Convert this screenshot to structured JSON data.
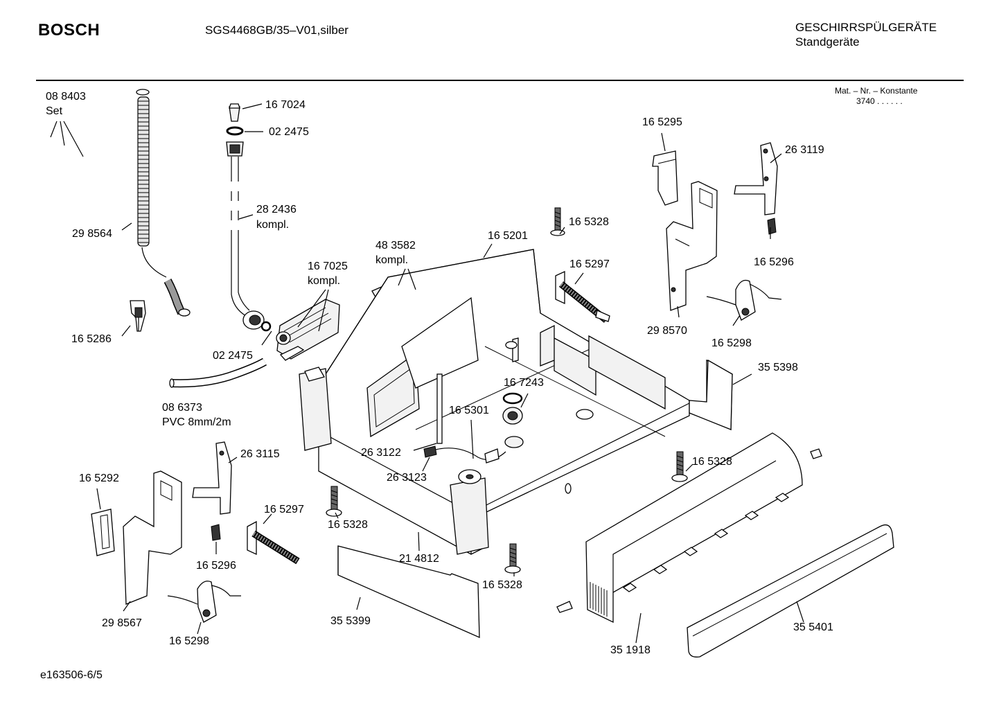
{
  "header": {
    "brand": "BOSCH",
    "model": "SGS4468GB/35–V01,silber",
    "category_line1": "GESCHIRRSPÜLGERÄTE",
    "category_line2": "Standgeräte"
  },
  "material_note": {
    "line1": "Mat. – Nr. – Konstante",
    "line2": "3740 .  .  .  .  .  ."
  },
  "footer": {
    "code": "e163506-6/5"
  },
  "labels": {
    "p088403": "08 8403",
    "set": "Set",
    "p298564": "29 8564",
    "p165286": "16 5286",
    "p167024": "16 7024",
    "p022475a": "02 2475",
    "p282436": "28 2436",
    "kompl1": "kompl.",
    "p483582": "48 3582",
    "kompl2": "kompl.",
    "p165201": "16 5201",
    "p167025": "16 7025",
    "kompl3": "kompl.",
    "p022475b": "02 2475",
    "p086373": "08 6373",
    "pvc": "PVC 8mm/2m",
    "p165328a": "16 5328",
    "p165297a": "16 5297",
    "p165295": "16 5295",
    "p263119": "26 3119",
    "p165296a": "16 5296",
    "p298570": "29 8570",
    "p165298a": "16 5298",
    "p355398": "35 5398",
    "p167243": "16 7243",
    "p165301": "16 5301",
    "p263122": "26 3122",
    "p263123": "26 3123",
    "p263115": "26 3115",
    "p165292": "16 5292",
    "p165297b": "16 5297",
    "p165296b": "16 5296",
    "p298567": "29 8567",
    "p165298b": "16 5298",
    "p165328b": "16 5328",
    "p165328c": "16 5328",
    "p214812": "21 4812",
    "p165328d": "16 5328",
    "p355399": "35 5399",
    "p351918": "35 1918",
    "p355401": "35 5401"
  }
}
